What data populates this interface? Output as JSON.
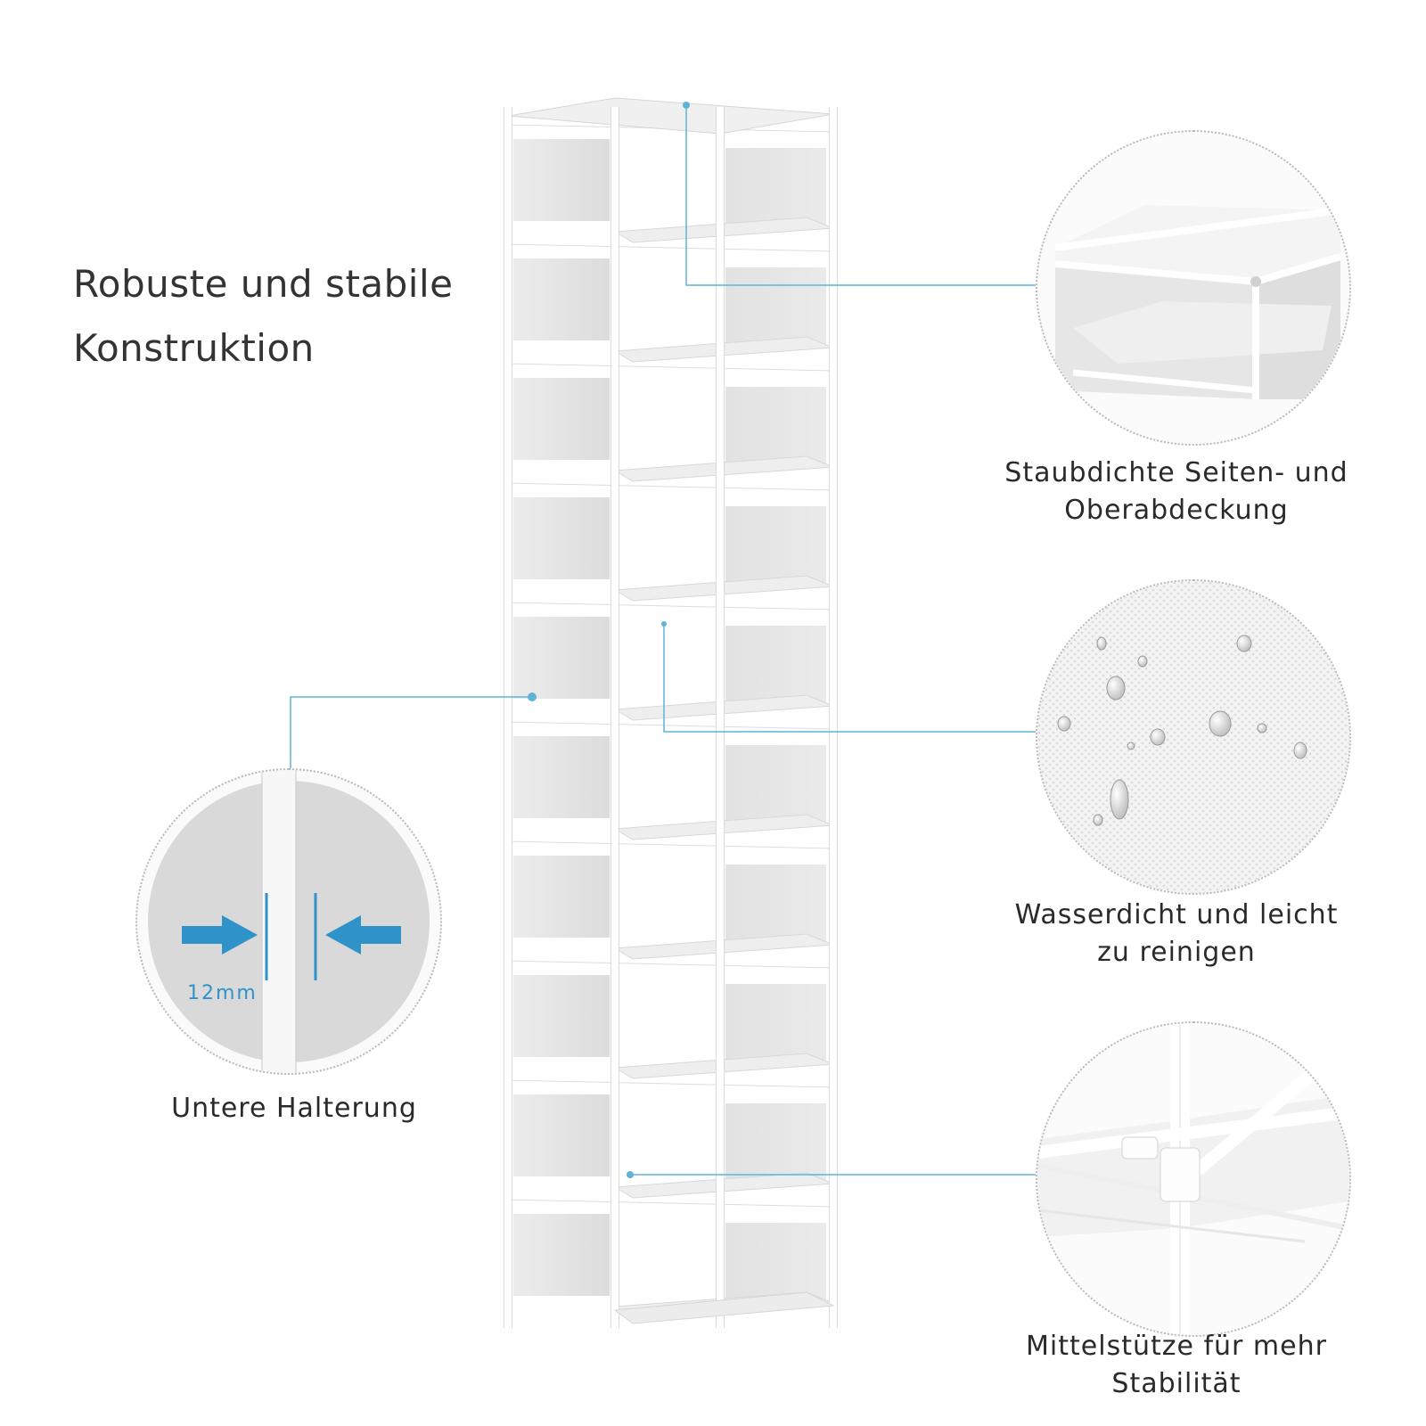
{
  "heading": {
    "line1": "Robuste und stabile",
    "line2": "Konstruktion"
  },
  "features": {
    "dust_cover": {
      "line1": "Staubdichte Seiten- und",
      "line2": "Oberabdeckung"
    },
    "waterproof": {
      "line1": "Wasserdicht und leicht",
      "line2": "zu reinigen"
    },
    "center_support": {
      "line1": "Mittelstütze für mehr",
      "line2": "Stabilität"
    },
    "bottom_bracket": {
      "line1": "Untere Halterung"
    }
  },
  "measurement": {
    "tube_diameter": "12mm"
  },
  "colors": {
    "accent": "#2f93c9",
    "callout_line": "#5fb4d6",
    "fabric": "#e4e4e4",
    "frame": "#ffffff"
  },
  "product": {
    "shelf_tiers": 10
  }
}
